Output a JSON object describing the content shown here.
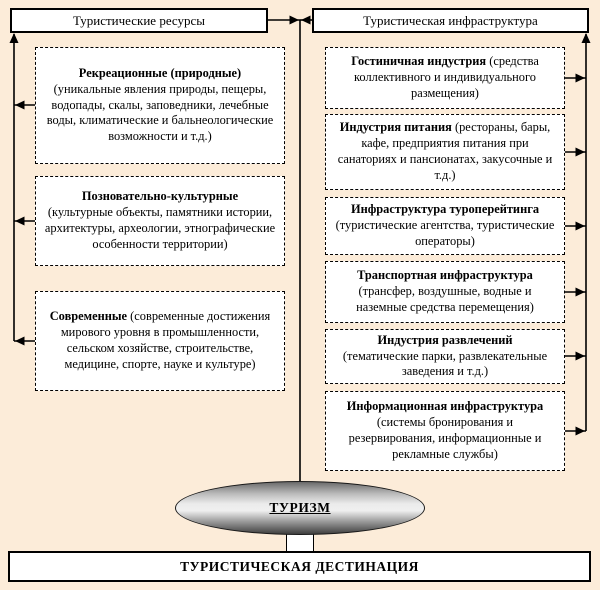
{
  "colors": {
    "background": "#fcecd9",
    "box_border": "#000000",
    "box_fill": "#ffffff"
  },
  "top_left_header": "Туристические ресурсы",
  "top_right_header": "Туристическая инфраструктура",
  "left_boxes": [
    {
      "title": "Рекреационные (природные)",
      "body": "(уникальные явления природы, пещеры, водопады, скалы, заповедники, лечебные воды, климатические и бальнеологические возможности и т.д.)"
    },
    {
      "title": "Позновательно-культурные",
      "body": "(культурные объекты, памятники истории, архитектуры, археологии, этнографические особенности территории)"
    },
    {
      "title": "Современные",
      "body": "(современные достижения мирового уровня в промышленности, сельском хозяйстве, строительстве, медицине, спорте, науке и культуре)"
    }
  ],
  "right_boxes": [
    {
      "title": "Гостиничная индустрия",
      "body": "(средства коллективного и индивидуального размещения)"
    },
    {
      "title": "Индустрия питания",
      "body": "(рестораны, бары, кафе, предприятия питания при санаториях и пансионатах, закусочные и т.д.)"
    },
    {
      "title": "Инфраструктура туроперейтинга",
      "body": "(туристические агентства, туристические операторы)"
    },
    {
      "title": "Транспортная инфраструктура",
      "body": "(трансфер, воздушные, водные и наземные средства перемещения)"
    },
    {
      "title": "Индустрия развлечений",
      "body": "(тематические парки, развлекательные заведения и т.д.)"
    },
    {
      "title": "Информационная инфраструктура",
      "body": "(системы бронирования и резервирования, информационные и рекламные службы)"
    }
  ],
  "center_label": "ТУРИЗМ",
  "bottom_label": "ТУРИСТИЧЕСКАЯ ДЕСТИНАЦИЯ"
}
